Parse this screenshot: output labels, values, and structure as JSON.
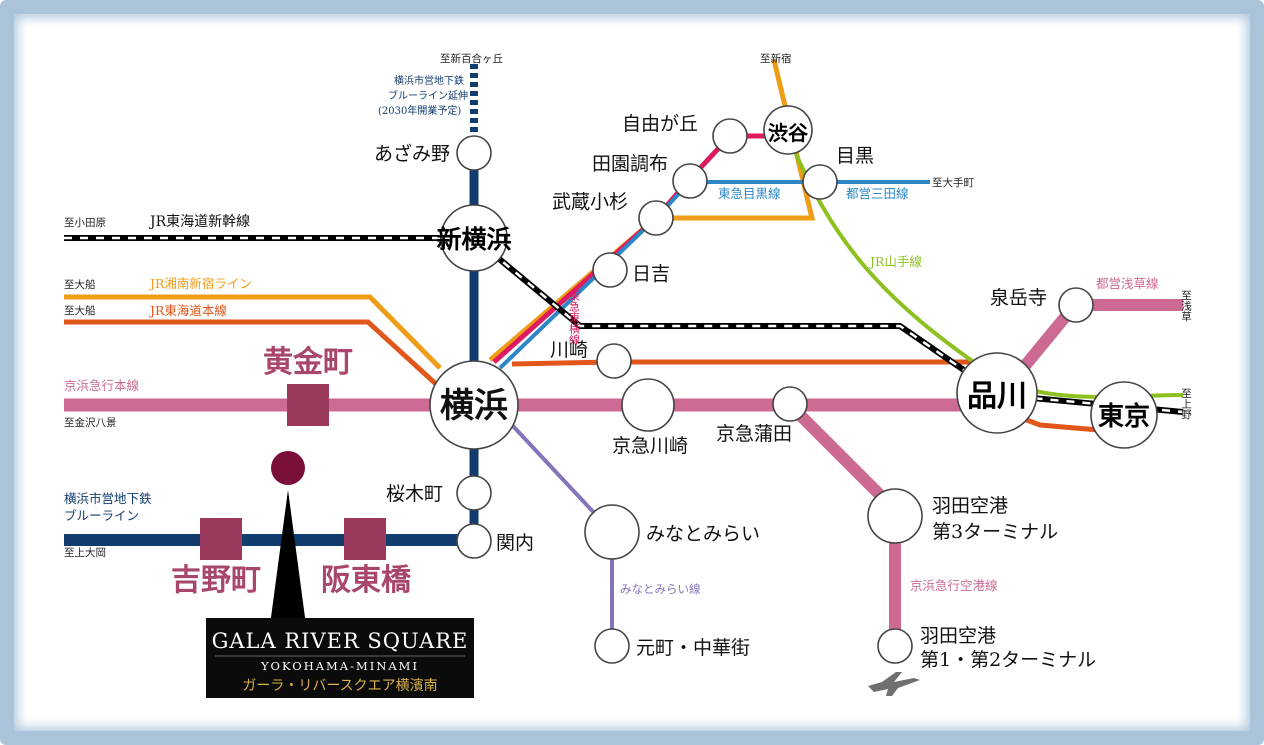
{
  "colors": {
    "blue_line": "#123c6e",
    "keikyu": "#cd6a93",
    "jr_orange": "#ef9d16",
    "jr_tokaido": "#e0561b",
    "toyoko": "#de1a60",
    "meguro": "#2d87c7",
    "yamanote": "#8cc11f",
    "minatomirai": "#8574b9",
    "purple_station": "#9b3a5c",
    "frame": "#aac3d9"
  },
  "destinations": {
    "shinyurigaoka": "至新百合ヶ丘",
    "odawara": "至小田原",
    "ofuna1": "至大船",
    "ofuna2": "至大船",
    "kanazawa": "至金沢八景",
    "kamiooka": "至上大岡",
    "shinjuku": "至新宿",
    "otemachi": "至大手町",
    "asakusa": "至浅草",
    "ueno": "至上野"
  },
  "line_labels": {
    "blue_ext_1": "横浜市営地下鉄",
    "blue_ext_2": "ブルーライン延伸",
    "blue_ext_3": "(2030年開業予定)",
    "shinkansen": "JR東海道新幹線",
    "shonan": "JR湘南新宿ライン",
    "tokaido": "JR東海道本線",
    "keikyu_main": "京浜急行本線",
    "blue_1": "横浜市営地下鉄",
    "blue_2": "ブルーライン",
    "meguro": "東急目黒線",
    "mita": "都営三田線",
    "yamanote": "JR山手線",
    "asakusa": "都営浅草線",
    "toyoko": "東急東横線",
    "minatomirai": "みなとみらい線",
    "airport": "京浜急行空港線"
  },
  "stations": {
    "azamino": "あざみ野",
    "shinyokohama": "新横浜",
    "yokohama": "横浜",
    "sakuragicho": "桜木町",
    "kannai": "関内",
    "minatomirai": "みなとみらい",
    "motomachi": "元町・中華街",
    "hiyoshi": "日吉",
    "musashikosugi": "武蔵小杉",
    "denenchofu": "田園調布",
    "jiyugaoka": "自由が丘",
    "shibuya": "渋谷",
    "meguro": "目黒",
    "kawasaki": "川崎",
    "keikyu_kawasaki": "京急川崎",
    "keikyu_kamata": "京急蒲田",
    "haneda3_1": "羽田空港",
    "haneda3_2": "第3ターミナル",
    "haneda12_1": "羽田空港",
    "haneda12_2": "第1・第2ターミナル",
    "sengakuji": "泉岳寺",
    "shinagawa": "品川",
    "tokyo": "東京",
    "koganecho": "黄金町",
    "yoshinocho": "吉野町",
    "bandobashi": "阪東橋"
  },
  "property": {
    "name": "GALA RIVER SQUARE",
    "area": "YOKOHAMA-MINAMI",
    "name_ja": "ガーラ・リバースクエア横濱南"
  },
  "icons": {
    "airport": "airplane-icon",
    "property_marker": "location-pin-icon"
  }
}
